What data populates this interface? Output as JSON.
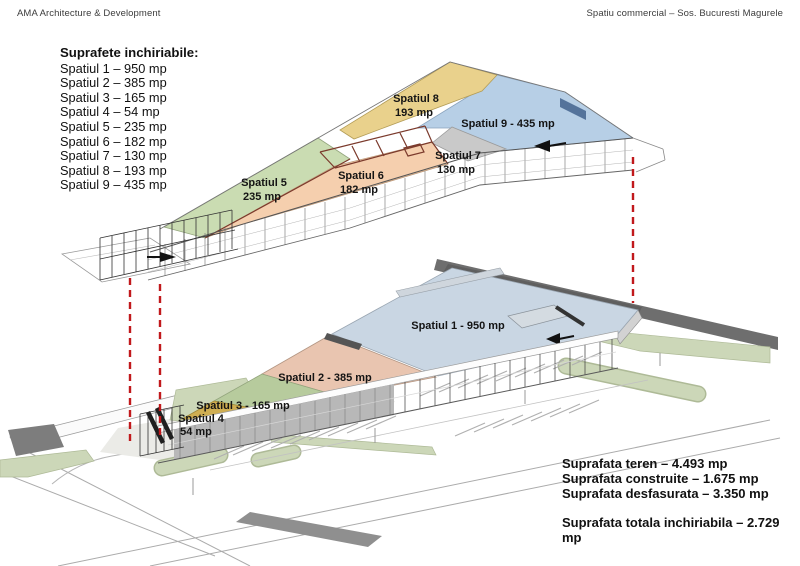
{
  "header": {
    "left": "AMA Architecture & Development",
    "right": "Spatiu commercial – Sos. Bucuresti Magurele"
  },
  "legend": {
    "title": "Suprafete inchiriabile:",
    "items": [
      "Spatiul 1 – 950 mp",
      "Spatiul 2 – 385 mp",
      "Spatiul 3 – 165 mp",
      "Spatiul 4 – 54 mp",
      "Spatiul 5 – 235 mp",
      "Spatiul 6 – 182 mp",
      "Spatiul 7 – 130 mp",
      "Spatiul 8 – 193 mp",
      "Spatiul 9 – 435 mp"
    ]
  },
  "summary": {
    "teren": "Suprafata teren – 4.493 mp",
    "construite": "Suprafata construite – 1.675 mp",
    "desfasurata": "Suprafata desfasurata – 3.350 mp",
    "total": "Suprafata totala inchiriabila – 2.729 mp"
  },
  "diagram": {
    "upper_floor": {
      "zones": {
        "sp5": {
          "name": "Spatiul 5",
          "area": "235 mp",
          "color": "#cadcb2"
        },
        "sp6": {
          "name": "Spatiul 6",
          "area": "182 mp",
          "color": "#f5cfae"
        },
        "sp7": {
          "name": "Spatiul 7",
          "area": "130 mp",
          "color": "#c9c9c9"
        },
        "sp8": {
          "name": "Spatiul 8",
          "area": "193 mp",
          "color": "#e9d18c"
        },
        "sp9": {
          "label": "Spatiul 9 -  435 mp",
          "color": "#b7cfe6"
        }
      }
    },
    "ground_floor": {
      "zones": {
        "sp1": {
          "label": "Spatiul 1 -  950 mp",
          "color": "#c9d6e3"
        },
        "sp2": {
          "label": "Spatiul 2 -  385 mp",
          "color": "#e9c5b0"
        },
        "sp3": {
          "label": "Spatiul 3 -  165 mp",
          "color": "#b7cb9d"
        },
        "sp4": {
          "name": "Spatiul 4",
          "area": "54 mp",
          "color": "#cfae52"
        }
      }
    },
    "colors": {
      "projection_line": "#c1191c",
      "boundary_wall": "#6e6e6e",
      "landscape_green": "#ccd7b8",
      "room_wall": "#7b3a2c"
    }
  }
}
